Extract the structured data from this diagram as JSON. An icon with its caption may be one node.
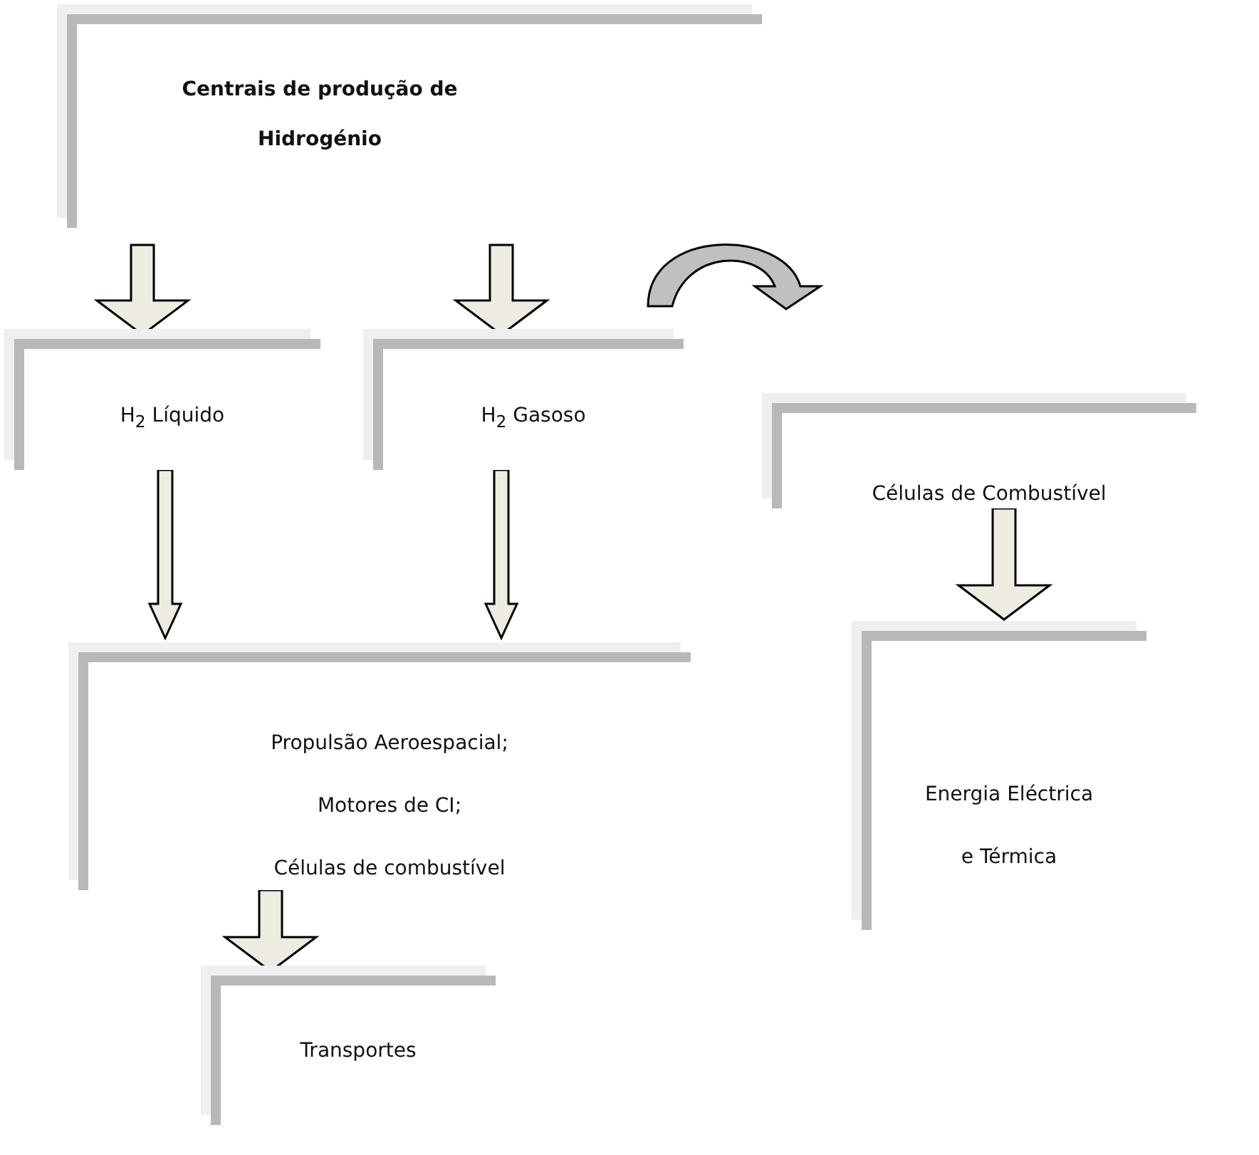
{
  "diagram": {
    "nodes": [
      {
        "text": [
          "Centrais de produção de Hidrogénio"
        ]
      },
      {
        "text": [
          "H$_{2}$ Líquido"
        ]
      },
      {
        "text": [
          "H$_{2}$ Gasoso"
        ]
      },
      {
        "text": [
          "Células de Combustível"
        ]
      },
      {
        "text": [
          "Propulsão Aeroespacial;",
          "Motores de CI;",
          "Células de combustível"
        ]
      },
      {
        "text": [
          "Energia Eléctrica e Térmica"
        ]
      },
      {
        "text": [
          "Transportes"
        ]
      }
    ],
    "edges": [
      {
        "from": 0,
        "to": 1,
        "arrow": "to"
      },
      {
        "from": 0,
        "to": 2,
        "arrow": "to"
      },
      {
        "from": 2,
        "to": 3,
        "arrow": "to"
      },
      {
        "from": 1,
        "to": 4,
        "arrow": "to"
      },
      {
        "from": 2,
        "to": 4,
        "arrow": "to"
      },
      {
        "from": 3,
        "to": 5,
        "arrow": "to"
      },
      {
        "from": 4,
        "to": 6,
        "arrow": "to"
      }
    ]
  }
}
